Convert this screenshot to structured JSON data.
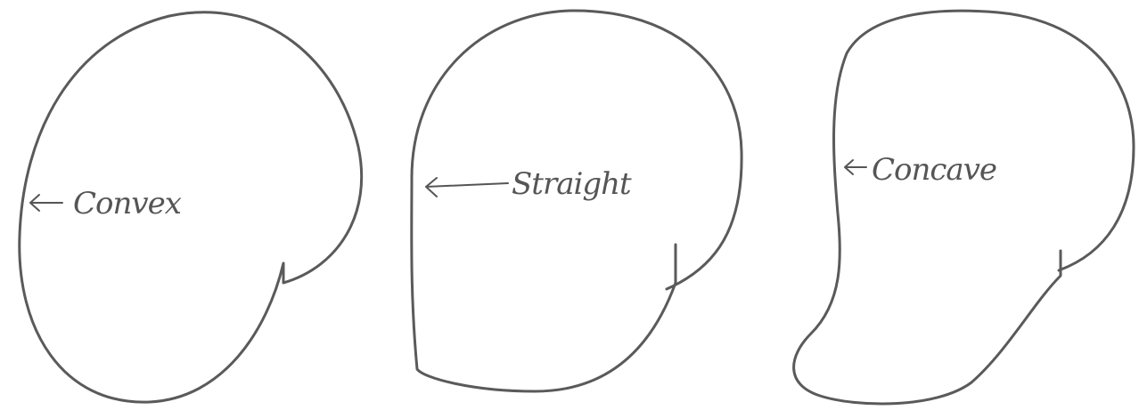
{
  "shapes": [
    {
      "name": "convex",
      "label": "Convex"
    },
    {
      "name": "straight",
      "label": "Straight"
    },
    {
      "name": "concave",
      "label": "Concave"
    }
  ],
  "colors": {
    "stroke": "#5a5a5a",
    "text": "#555555",
    "background": "#ffffff"
  }
}
